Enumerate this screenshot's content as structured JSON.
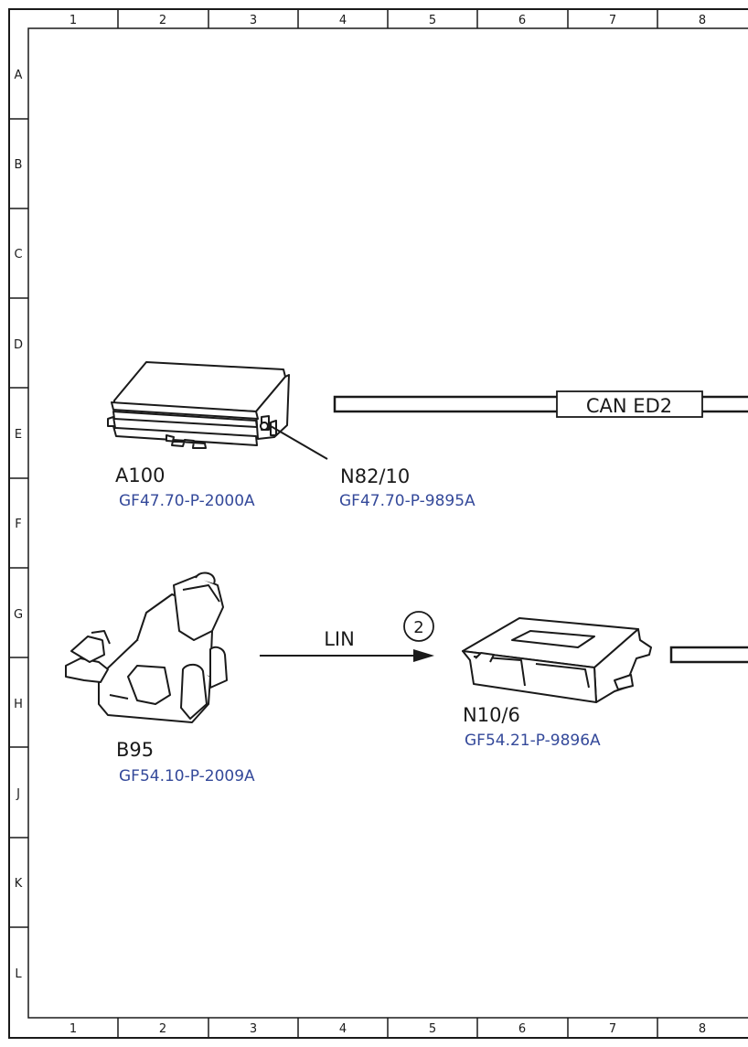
{
  "frame": {
    "columns": [
      "1",
      "2",
      "3",
      "4",
      "5",
      "6",
      "7",
      "8"
    ],
    "rows": [
      "A",
      "B",
      "C",
      "D",
      "E",
      "F",
      "G",
      "H",
      "J",
      "K",
      "L"
    ]
  },
  "components": {
    "a100": {
      "label": "A100",
      "ref": "GF47.70-P-2000A"
    },
    "n82_10": {
      "label": "N82/10",
      "ref": "GF47.70-P-9895A"
    },
    "b95": {
      "label": "B95",
      "ref": "GF54.10-P-2009A"
    },
    "n10_6": {
      "label": "N10/6",
      "ref": "GF54.21-P-9896A"
    }
  },
  "buses": {
    "can": {
      "label": "CAN ED2"
    },
    "lin": {
      "label": "LIN"
    }
  },
  "markers": {
    "lin_marker": "2"
  },
  "colors": {
    "line": "#1a1a1a",
    "reference_link": "#34499a"
  }
}
